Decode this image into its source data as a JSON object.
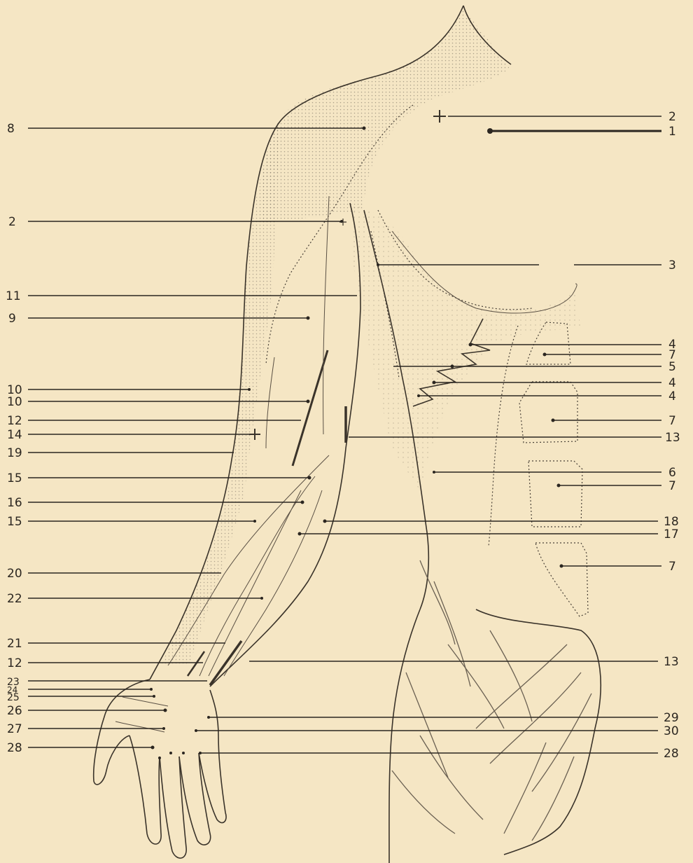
{
  "figure": {
    "labels_left": [
      {
        "text": "8"
      },
      {
        "text": "2"
      },
      {
        "text": "11"
      },
      {
        "text": "9"
      },
      {
        "text": "10"
      },
      {
        "text": "10"
      },
      {
        "text": "12"
      },
      {
        "text": "14"
      },
      {
        "text": "19"
      },
      {
        "text": "15"
      },
      {
        "text": "16"
      },
      {
        "text": "15"
      },
      {
        "text": "20"
      },
      {
        "text": "22"
      },
      {
        "text": "21"
      },
      {
        "text": "12"
      },
      {
        "text": "23"
      },
      {
        "text": "24"
      },
      {
        "text": "25"
      },
      {
        "text": "26"
      },
      {
        "text": "27"
      },
      {
        "text": "28"
      }
    ],
    "labels_right": [
      {
        "text": "2"
      },
      {
        "text": "1"
      },
      {
        "text": "3"
      },
      {
        "text": "4"
      },
      {
        "text": "7"
      },
      {
        "text": "5"
      },
      {
        "text": "4"
      },
      {
        "text": "4"
      },
      {
        "text": "7"
      },
      {
        "text": "13"
      },
      {
        "text": "6"
      },
      {
        "text": "7"
      },
      {
        "text": "18"
      },
      {
        "text": "17"
      },
      {
        "text": "7"
      },
      {
        "text": "13"
      },
      {
        "text": "29"
      },
      {
        "text": "30"
      },
      {
        "text": "28"
      }
    ]
  }
}
